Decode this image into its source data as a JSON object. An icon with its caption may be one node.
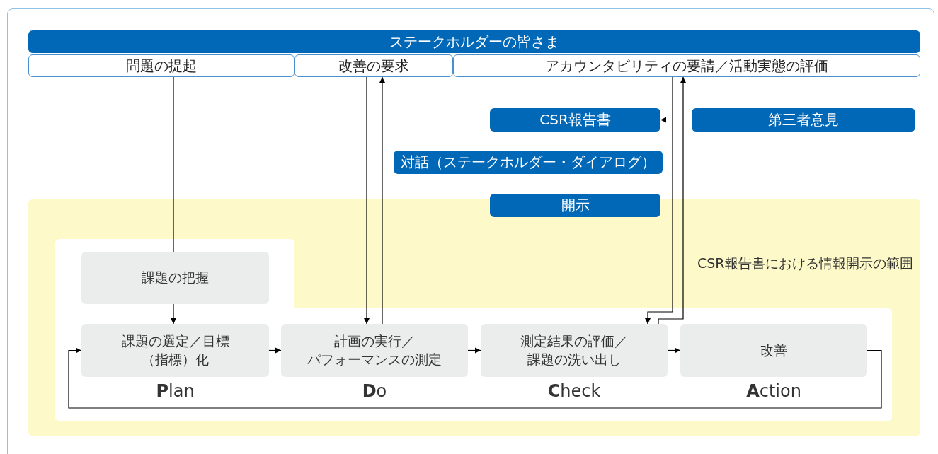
{
  "diagram": {
    "nodes": [
      {
        "text": [
          "ステークホルダーの皆さま"
        ]
      },
      {
        "text": [
          "問題の提起"
        ]
      },
      {
        "text": [
          "改善の要求"
        ]
      },
      {
        "text": [
          "アカウンタビリティの要請／活動実態の評価"
        ]
      },
      {
        "text": [
          "CSR報告書"
        ]
      },
      {
        "text": [
          "第三者意見"
        ]
      },
      {
        "text": [
          "対話（ステークホルダー・ダイアログ）"
        ]
      },
      {
        "text": [
          "開示"
        ]
      },
      {
        "text": [],
        "shape": "box"
      },
      {
        "text": [],
        "shape": "box",
        "in": 8
      },
      {
        "text": [
          "課題の把握"
        ],
        "in": 9
      },
      {
        "text": [
          "課題の選定／目標（指標）化"
        ],
        "in": 9,
        "beside": [
          "**P**lan"
        ]
      },
      {
        "text": [
          "計画の実行／パフォーマンスの測定"
        ],
        "in": 9,
        "beside": [
          "**D**o"
        ]
      },
      {
        "text": [
          "測定結果の評価／課題の洗い出し"
        ],
        "in": 9,
        "beside": [
          "**C**heck"
        ]
      },
      {
        "text": [
          "改善"
        ],
        "in": 9,
        "beside": [
          "**A**ction"
        ]
      }
    ],
    "edges": [
      {
        "from": 1,
        "to": 10,
        "arrow": "none"
      },
      {
        "from": 10,
        "to": 11,
        "arrow": "to"
      },
      {
        "from": 2,
        "to": 12,
        "arrow": "to"
      },
      {
        "from": 12,
        "to": 2,
        "arrow": "to"
      },
      {
        "from": 3,
        "to": 13,
        "arrow": "to"
      },
      {
        "from": 13,
        "to": 3,
        "arrow": "to"
      },
      {
        "from": 5,
        "to": 4,
        "arrow": "to"
      },
      {
        "from": 11,
        "to": 12,
        "arrow": "to"
      },
      {
        "from": 12,
        "to": 13,
        "arrow": "to"
      },
      {
        "from": 13,
        "to": 14,
        "arrow": "to"
      },
      {
        "from": 14,
        "to": 11,
        "arrow": "to"
      }
    ],
    "labels": [
      "CSR報告書における情報開示の範囲"
    ]
  }
}
